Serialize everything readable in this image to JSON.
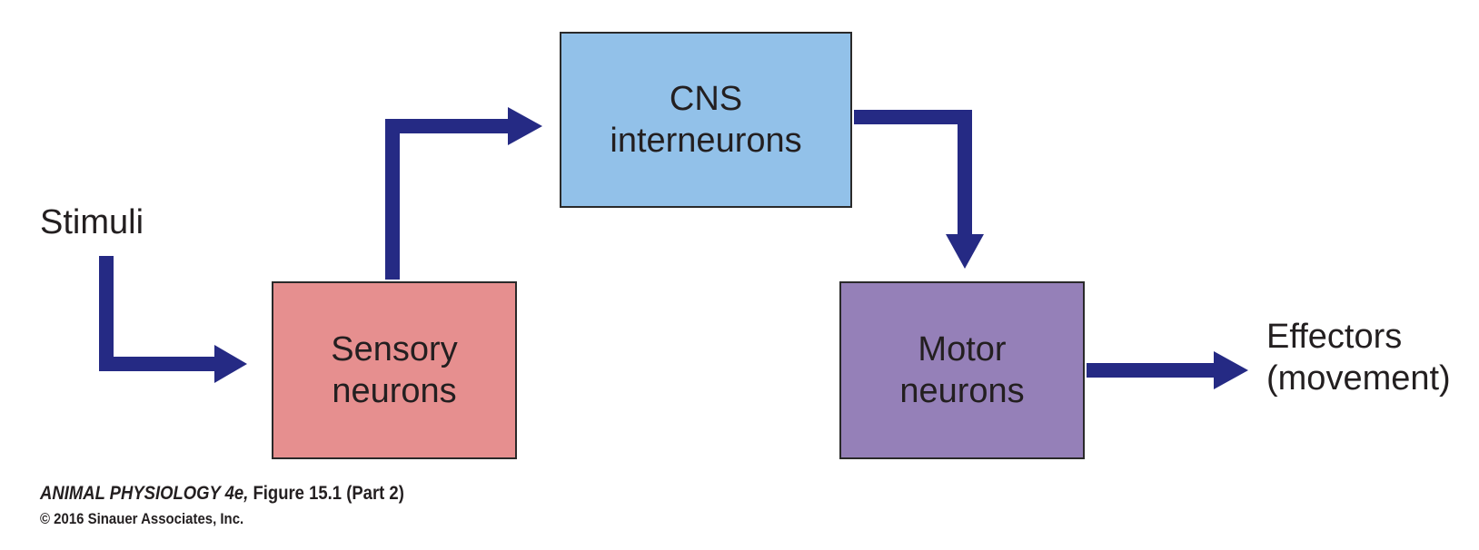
{
  "nodes": {
    "sensory": {
      "line1": "Sensory",
      "line2": "neurons",
      "fill": "#e68f8f"
    },
    "cns": {
      "line1": "CNS",
      "line2": "interneurons",
      "fill": "#92c1e9"
    },
    "motor": {
      "line1": "Motor",
      "line2": "neurons",
      "fill": "#9580b8"
    }
  },
  "labels": {
    "stimuli": "Stimuli",
    "effectors_line1": "Effectors",
    "effectors_line2": "(movement)"
  },
  "arrow_color": "#252a84",
  "caption": {
    "book": "ANIMAL PHYSIOLOGY 4e,",
    "figure": "Figure 15.1 (Part 2)",
    "copyright": "© 2016 Sinauer Associates, Inc."
  }
}
